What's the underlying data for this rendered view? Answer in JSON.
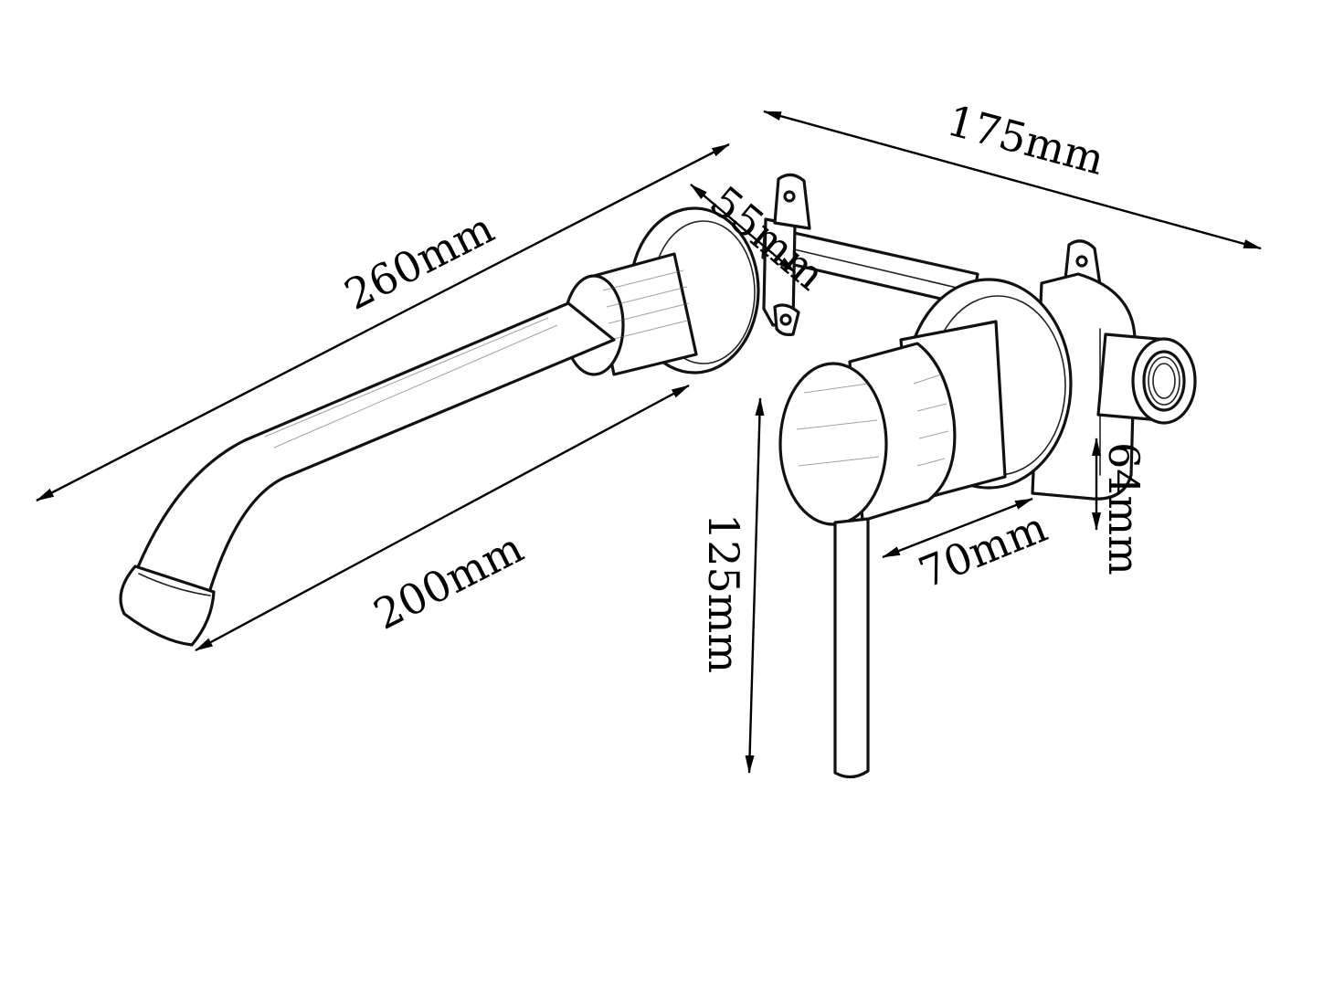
{
  "dimensions": {
    "total_length": "260mm",
    "spout_length": "200mm",
    "rear_width": "175mm",
    "plate_diameter": "55mm",
    "handle_height": "125mm",
    "handle_projection": "70mm",
    "body_height": "64mm"
  },
  "colors": {
    "line": "#111111",
    "background": "#ffffff"
  }
}
